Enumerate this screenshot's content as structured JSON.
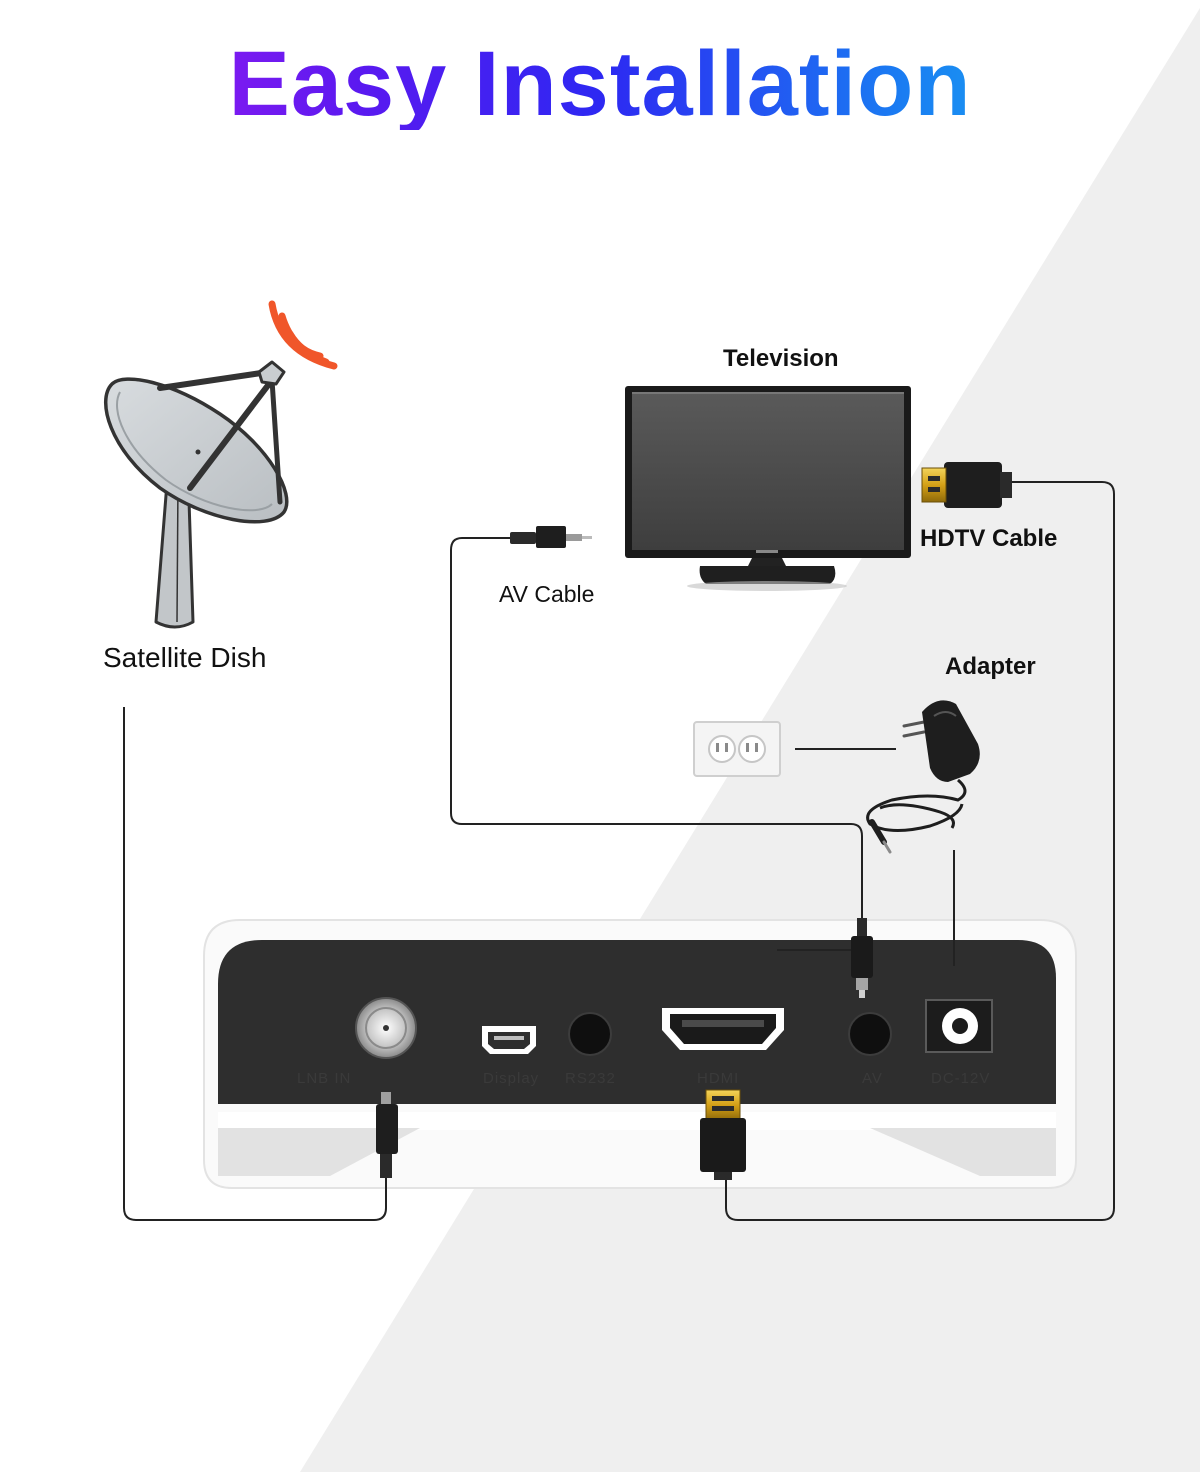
{
  "title": "Easy Installation",
  "labels": {
    "satellite_dish": "Satellite Dish",
    "television": "Television",
    "hdtv_cable": "HDTV Cable",
    "av_cable": "AV Cable",
    "adapter": "Adapter"
  },
  "ports": {
    "lnb_in": "LNB IN",
    "display": "Display",
    "rs232": "RS232",
    "hdmi": "HDMI",
    "av": "AV",
    "dc": "DC-12V"
  },
  "colors": {
    "signal_waves": "#f0562a",
    "device_body": "#2e2e2e",
    "dish": "#c9cdd0",
    "wire": "#222222",
    "hdmi_gold": "#d4a017"
  }
}
